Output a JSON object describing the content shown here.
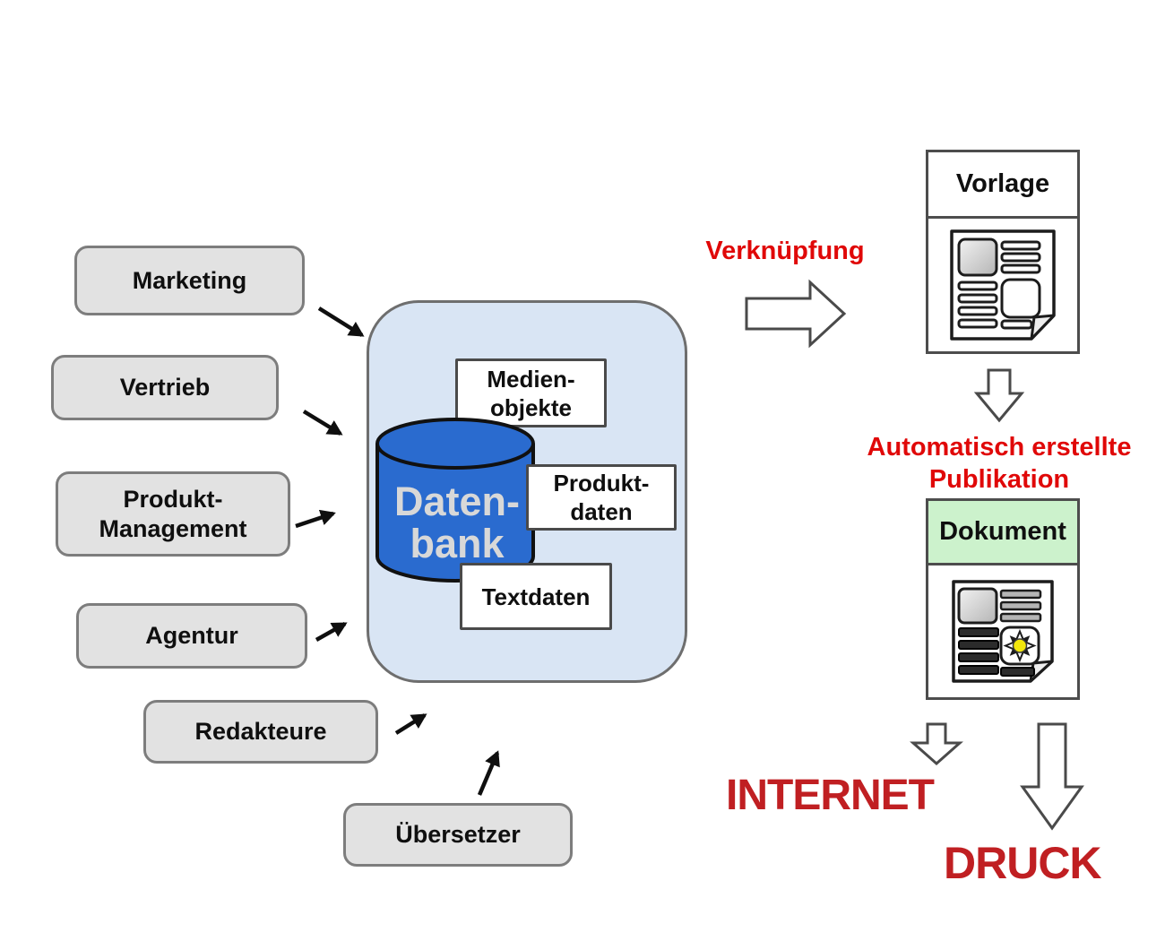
{
  "departments": [
    {
      "label": "Marketing"
    },
    {
      "label": "Vertrieb"
    },
    {
      "label": "Produkt-\nManagement"
    },
    {
      "label": "Agentur"
    },
    {
      "label": "Redakteure"
    },
    {
      "label": "Übersetzer"
    }
  ],
  "database": {
    "label_line1": "Daten-",
    "label_line2": "bank",
    "stores": [
      {
        "label": "Medien-\nobjekte"
      },
      {
        "label": "Produkt-\ndaten"
      },
      {
        "label": "Textdaten"
      }
    ]
  },
  "flow": {
    "link_label": "Verknüpfung",
    "template_box": {
      "title": "Vorlage"
    },
    "publication_caption": "Automatisch erstellte\nPublikation",
    "document_box": {
      "title": "Dokument"
    },
    "output_internet": "INTERNET",
    "output_print": "DRUCK"
  },
  "colors": {
    "accent_red": "#e00808",
    "output_red": "#c01f22",
    "database_blue": "#2a6bcf",
    "container_blue": "#d9e5f4",
    "document_header_green": "#ccf2cc",
    "department_gray": "#e2e2e2",
    "sun_yellow": "#f2e70c"
  }
}
